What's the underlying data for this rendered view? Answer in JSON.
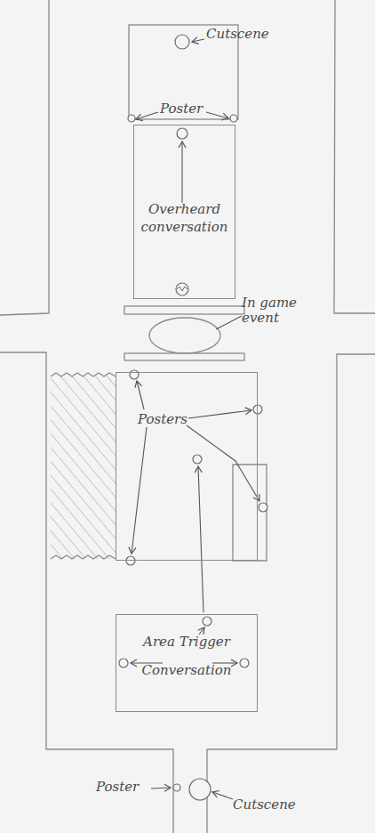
{
  "diagram": {
    "nodes": [
      {
        "text": [
          "Overheard conversation"
        ]
      },
      {
        "text": [
          "Posters"
        ]
      },
      {
        "text": [
          "Area Trigger Conversation"
        ]
      }
    ],
    "labels": [
      "Cutscene",
      "Poster",
      "In game event",
      "Poster",
      "Cutscene"
    ]
  }
}
